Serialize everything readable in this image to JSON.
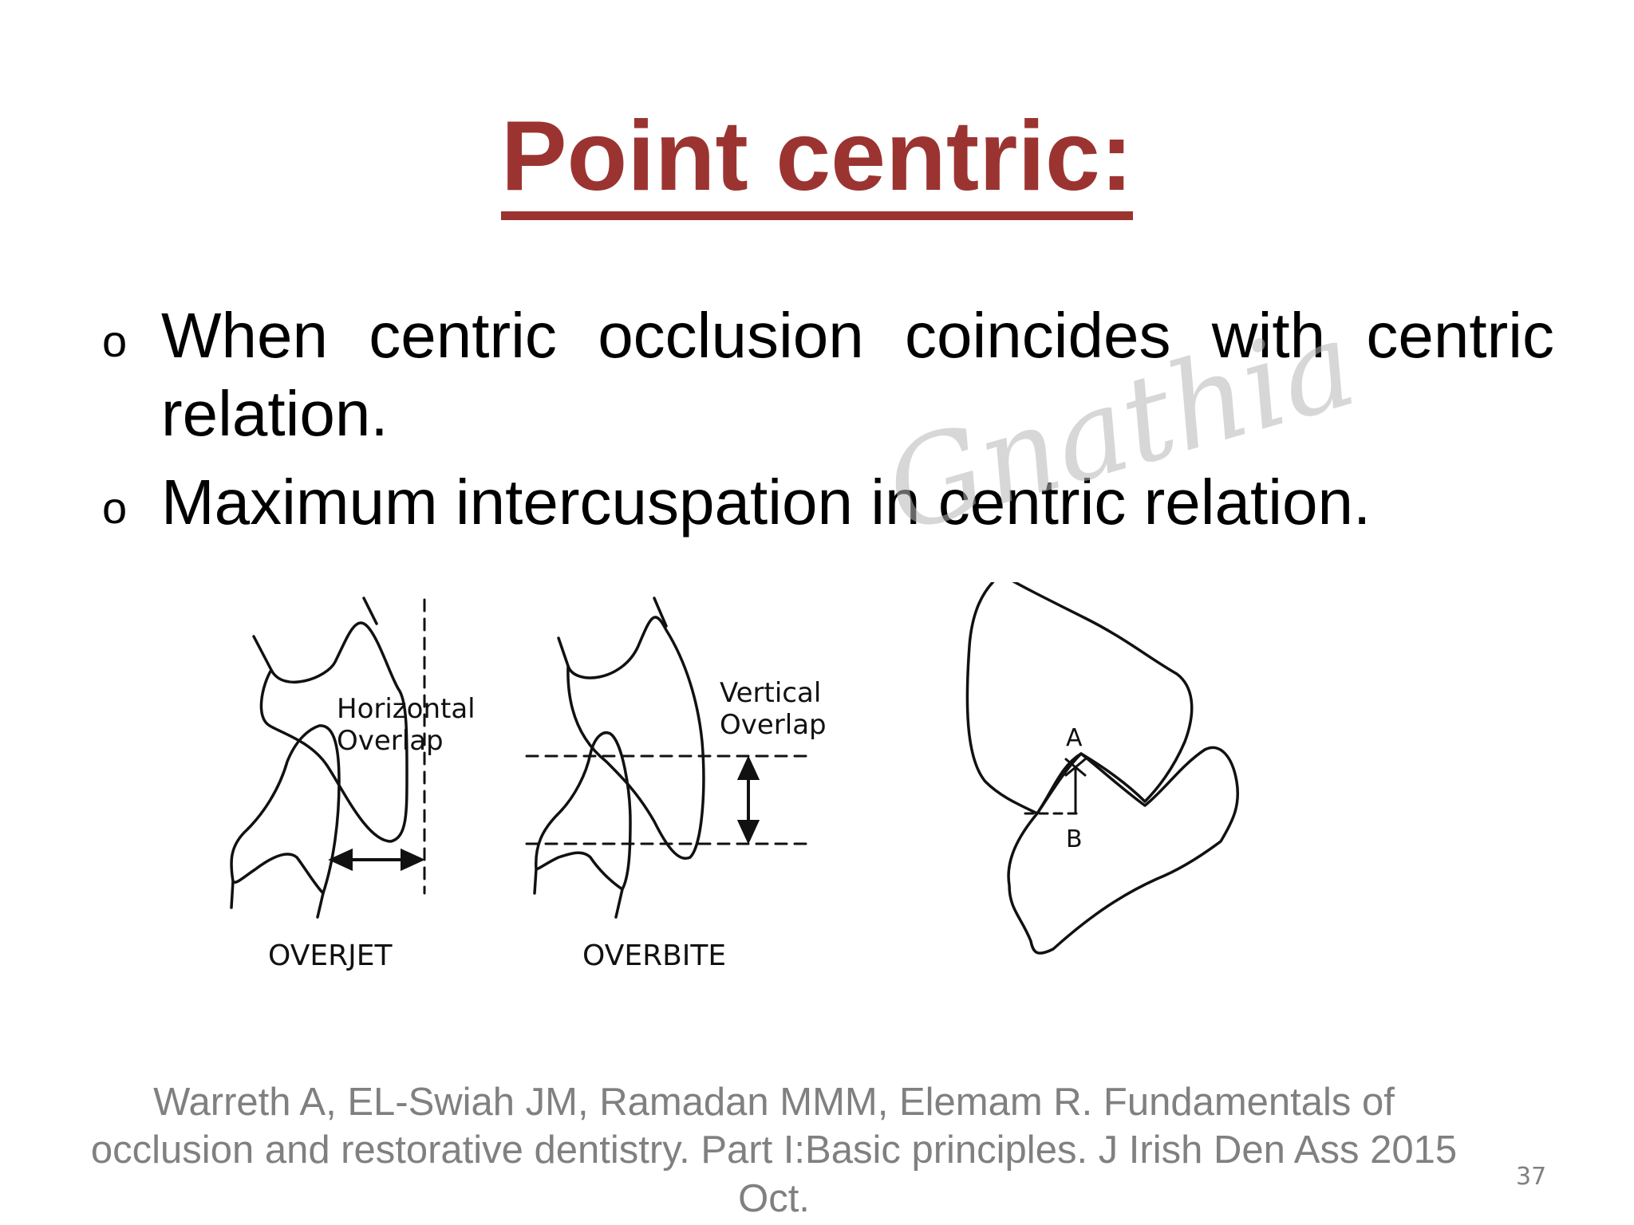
{
  "slide": {
    "title": "Point centric:",
    "bullet_marker": "o",
    "bullets": [
      "When centric occlusion coincides with centric relation.",
      "Maximum intercuspation in centric relation."
    ],
    "watermark": "Gnathia",
    "citation": "Warreth A, EL-Swiah JM, Ramadan MMM, Elemam R. Fundamentals of occlusion and restorative dentistry. Part I:Basic principles. J Irish Den Ass 2015 Oct.",
    "page_number": "37"
  },
  "figure": {
    "overjet": {
      "label": "OVERJET",
      "annotation_line1": "Horizontal",
      "annotation_line2": "Overlap"
    },
    "overbite": {
      "label": "OVERBITE",
      "annotation_line1": "Vertical",
      "annotation_line2": "Overlap"
    },
    "centric": {
      "point_a": "A",
      "point_b": "B"
    }
  }
}
